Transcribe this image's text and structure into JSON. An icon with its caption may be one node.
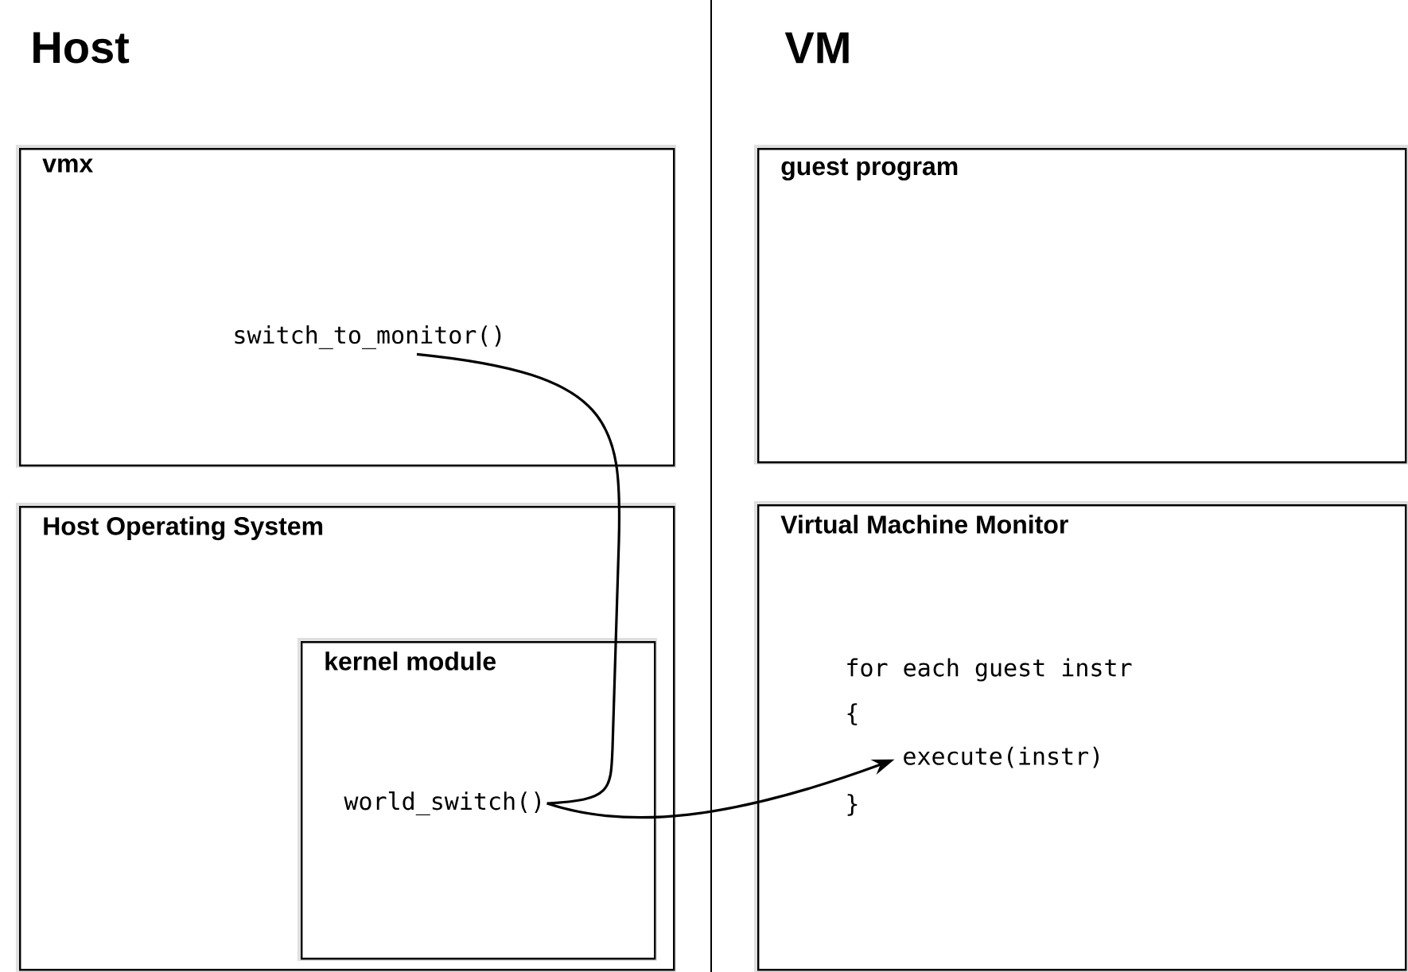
{
  "diagram": {
    "nodes": [
      {
        "text": [
          "vmx"
        ]
      },
      {
        "text": [
          "switch_to_monitor()"
        ],
        "in": 0
      },
      {
        "text": [
          "Host Operating System"
        ]
      },
      {
        "text": [
          "kernel module"
        ],
        "in": 2
      },
      {
        "text": [
          "world_switch()"
        ],
        "in": 3
      },
      {
        "text": [
          "guest program"
        ]
      },
      {
        "text": [
          "Virtual Machine Monitor"
        ]
      },
      {
        "text": [
          "execute(instr)"
        ],
        "in": 6
      }
    ],
    "edges": [
      {
        "from": 1,
        "to": 4,
        "arrow": "none"
      },
      {
        "from": 4,
        "to": 7,
        "arrow": "to"
      }
    ],
    "labels": [
      "Host",
      "VM",
      "for each guest instr",
      "{",
      "}"
    ]
  }
}
